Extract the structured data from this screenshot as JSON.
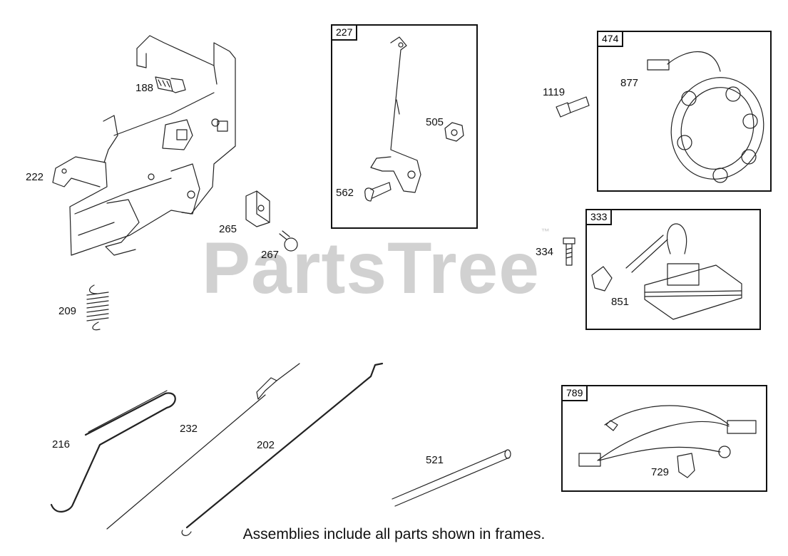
{
  "watermark": {
    "text": "PartsTree",
    "mark": "™"
  },
  "footer": {
    "note": "Assemblies include all parts shown in frames."
  },
  "callouts": {
    "p188": "188",
    "p222": "222",
    "p265": "265",
    "p267": "267",
    "p209": "209",
    "p216": "216",
    "p232": "232",
    "p202": "202",
    "p521": "521",
    "p505": "505",
    "p562": "562",
    "p1119": "1119",
    "p877": "877",
    "p334": "334",
    "p851": "851",
    "p729": "729"
  },
  "frames": {
    "f227": "227",
    "f474": "474",
    "f333": "333",
    "f789": "789"
  }
}
